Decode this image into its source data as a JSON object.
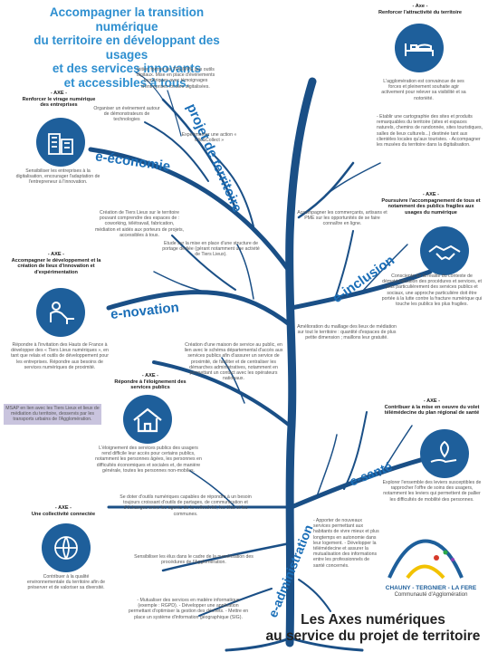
{
  "title_lines": [
    "Accompagner la transition numérique",
    "du territoire en développant des usages",
    "et des services innovants",
    "et accessibles à tous."
  ],
  "trunk_label": "projet de territoire",
  "branches": {
    "economie": "e-économie",
    "novation": "e-novation",
    "inclusion": "e-inclusion",
    "sante": "e-santé",
    "administration": "e-administration"
  },
  "axes": {
    "tourisme": {
      "dash": "- Axe -",
      "title": "Renforcer l'attractivité du territoire",
      "desc": "L'agglomération est convaincue de ses forces et pleinement souhaite agir activement pour relever sa visibilité et sa notoriété."
    },
    "entreprises": {
      "dash": "- AXE -",
      "title": "Renforcer le virage numérique des entreprises",
      "desc": "Sensibiliser les entreprises à la digitalisation, encourager l'adaptation de l'entrepreneur à l'innovation."
    },
    "inclusion": {
      "dash": "- AXE -",
      "title": "Poursuivre l'accompagnement de tous et notamment des publics fragiles aux usages du numérique",
      "desc": "Consciente de la réalité du contexte de dématérialisation des procédures et services, et plus particulièrement des services publics et sociaux, une approche particulière doit être portée à la lutte contre la fracture numérique qui touche les publics les plus fragiles."
    },
    "innovation": {
      "dash": "- AXE -",
      "title": "Accompagner le développement et la création de lieux d'innovation et d'expérimentation",
      "desc": "Répondre à l'invitation des Hauts de France à développer des « Tiers Lieux numériques », en tant que relais et outils de développement pour les entreprises. Répondre aux besoins de services numériques de proximité."
    },
    "sante": {
      "dash": "- AXE -",
      "title": "Contribuer à la mise en oeuvre du volet télémédecine du plan régional de santé",
      "desc": "Explorer l'ensemble des leviers susceptibles de rapprocher l'offre de soins des usagers, notamment les leviers qui permettent de pallier les difficultés de mobilité des personnes."
    },
    "services_publics": {
      "dash": "- AXE -",
      "title": "Répondre à l'éloignement des services publics",
      "desc": "L'éloignement des services publics des usagers rend difficile leur accès pour certains publics, notamment les personnes âgées, les personnes en difficultés économiques et sociales et, de manière générale, toutes les personnes non-mobiles."
    },
    "collectivite": {
      "dash": "- AXE -",
      "title": "Une collectivité connectée",
      "desc": "Contribuer à la qualité environnementale du territoire afin de préserver et de valoriser sa diversité."
    }
  },
  "leaves": {
    "initier": "Initier, former les TPE/MPE aux outils digitaux. Mise en place d'événements numériques avec témoignages d'entreprises locales digitalisées.",
    "demonstrateurs": "Organiser un événement autour de démonstrateurs de technologies",
    "clic": "Expérimenter une action « Clic&Collect »",
    "tiers_lieux": "Création de Tiers Lieux sur le territoire pouvant comprendre des espaces de : coworking, télétravail, fabrication, médiation et aidés aux porteurs de projets, accessibles à tous.",
    "structure": "Etude sur la mise en place d'une structure de portage dédiée (gérant notamment une activité de Tiers Lieux).",
    "commercants": "Accompagner les commerçants, artisans et PME sur les opportunités de se faire connaître en ligne.",
    "cartographie": "- Etablir une cartographie des sites et produits remarquables du territoire (sites et espaces naturels, chemins de randonnée, sites touristiques, salles de lieux culturels...) destinée tant aux clientèles locales qu'aux touristes. - Accompagner les musées du territoire dans la digitalisation.",
    "maillage": "Amélioration du maillage des lieux de médiation sur tout le territoire : quantité d'espaces de plus petite dimension ; maillons leur gratuité.",
    "maison": "Création d'une maison de service au public, en lien avec le schéma départemental d'accès aux services publics afin d'assurer un service de proximité, de faciliter et de centraliser les démarches administratives, notamment en permettant un contact avec les opérateurs nationaux.",
    "msap": "MSAP en lien avec les Tiers Lieux et lieux de médiation du territoire, desservis par les transports urbains de l'Agglomération.",
    "outils": "Se doter d'outils numériques capables de répondre à un besoin toujours croissant d'outils de partages, de communication et d'échanges entre les agents de la collectivité, les élus et les communes.",
    "nouveaux": "- Apporter de nouveaux services permettant aux habitants de vivre mieux et plus longtemps en autonomie dans leur logement. - Développer la télémédecine et assurer la mutualisation des informations entre les professionnels de santé concernés.",
    "elus": "Sensibiliser les élus dans le cadre de la numérisation des procédures de l'Agglomération.",
    "mutualiser": "- Mutualiser des services en matière informatique (exemple : RGPD). - Développer une application permettant d'optimiser la gestion des déchets. - Mettre en place un système d'information géographique (SIG)."
  },
  "logo": {
    "name": "CHAUNY - TERGNIER - LA FERE",
    "subtitle": "Communauté d'Agglomération"
  },
  "bottom_title_lines": [
    "Les Axes numériques",
    "au service du projet de territoire"
  ],
  "colors": {
    "tree": "#1a4f86",
    "branch_label": "#1b6fb8",
    "title": "#2e8fd0",
    "icon_circle": "#1e5f9b",
    "highlight": "#c9c4de"
  }
}
